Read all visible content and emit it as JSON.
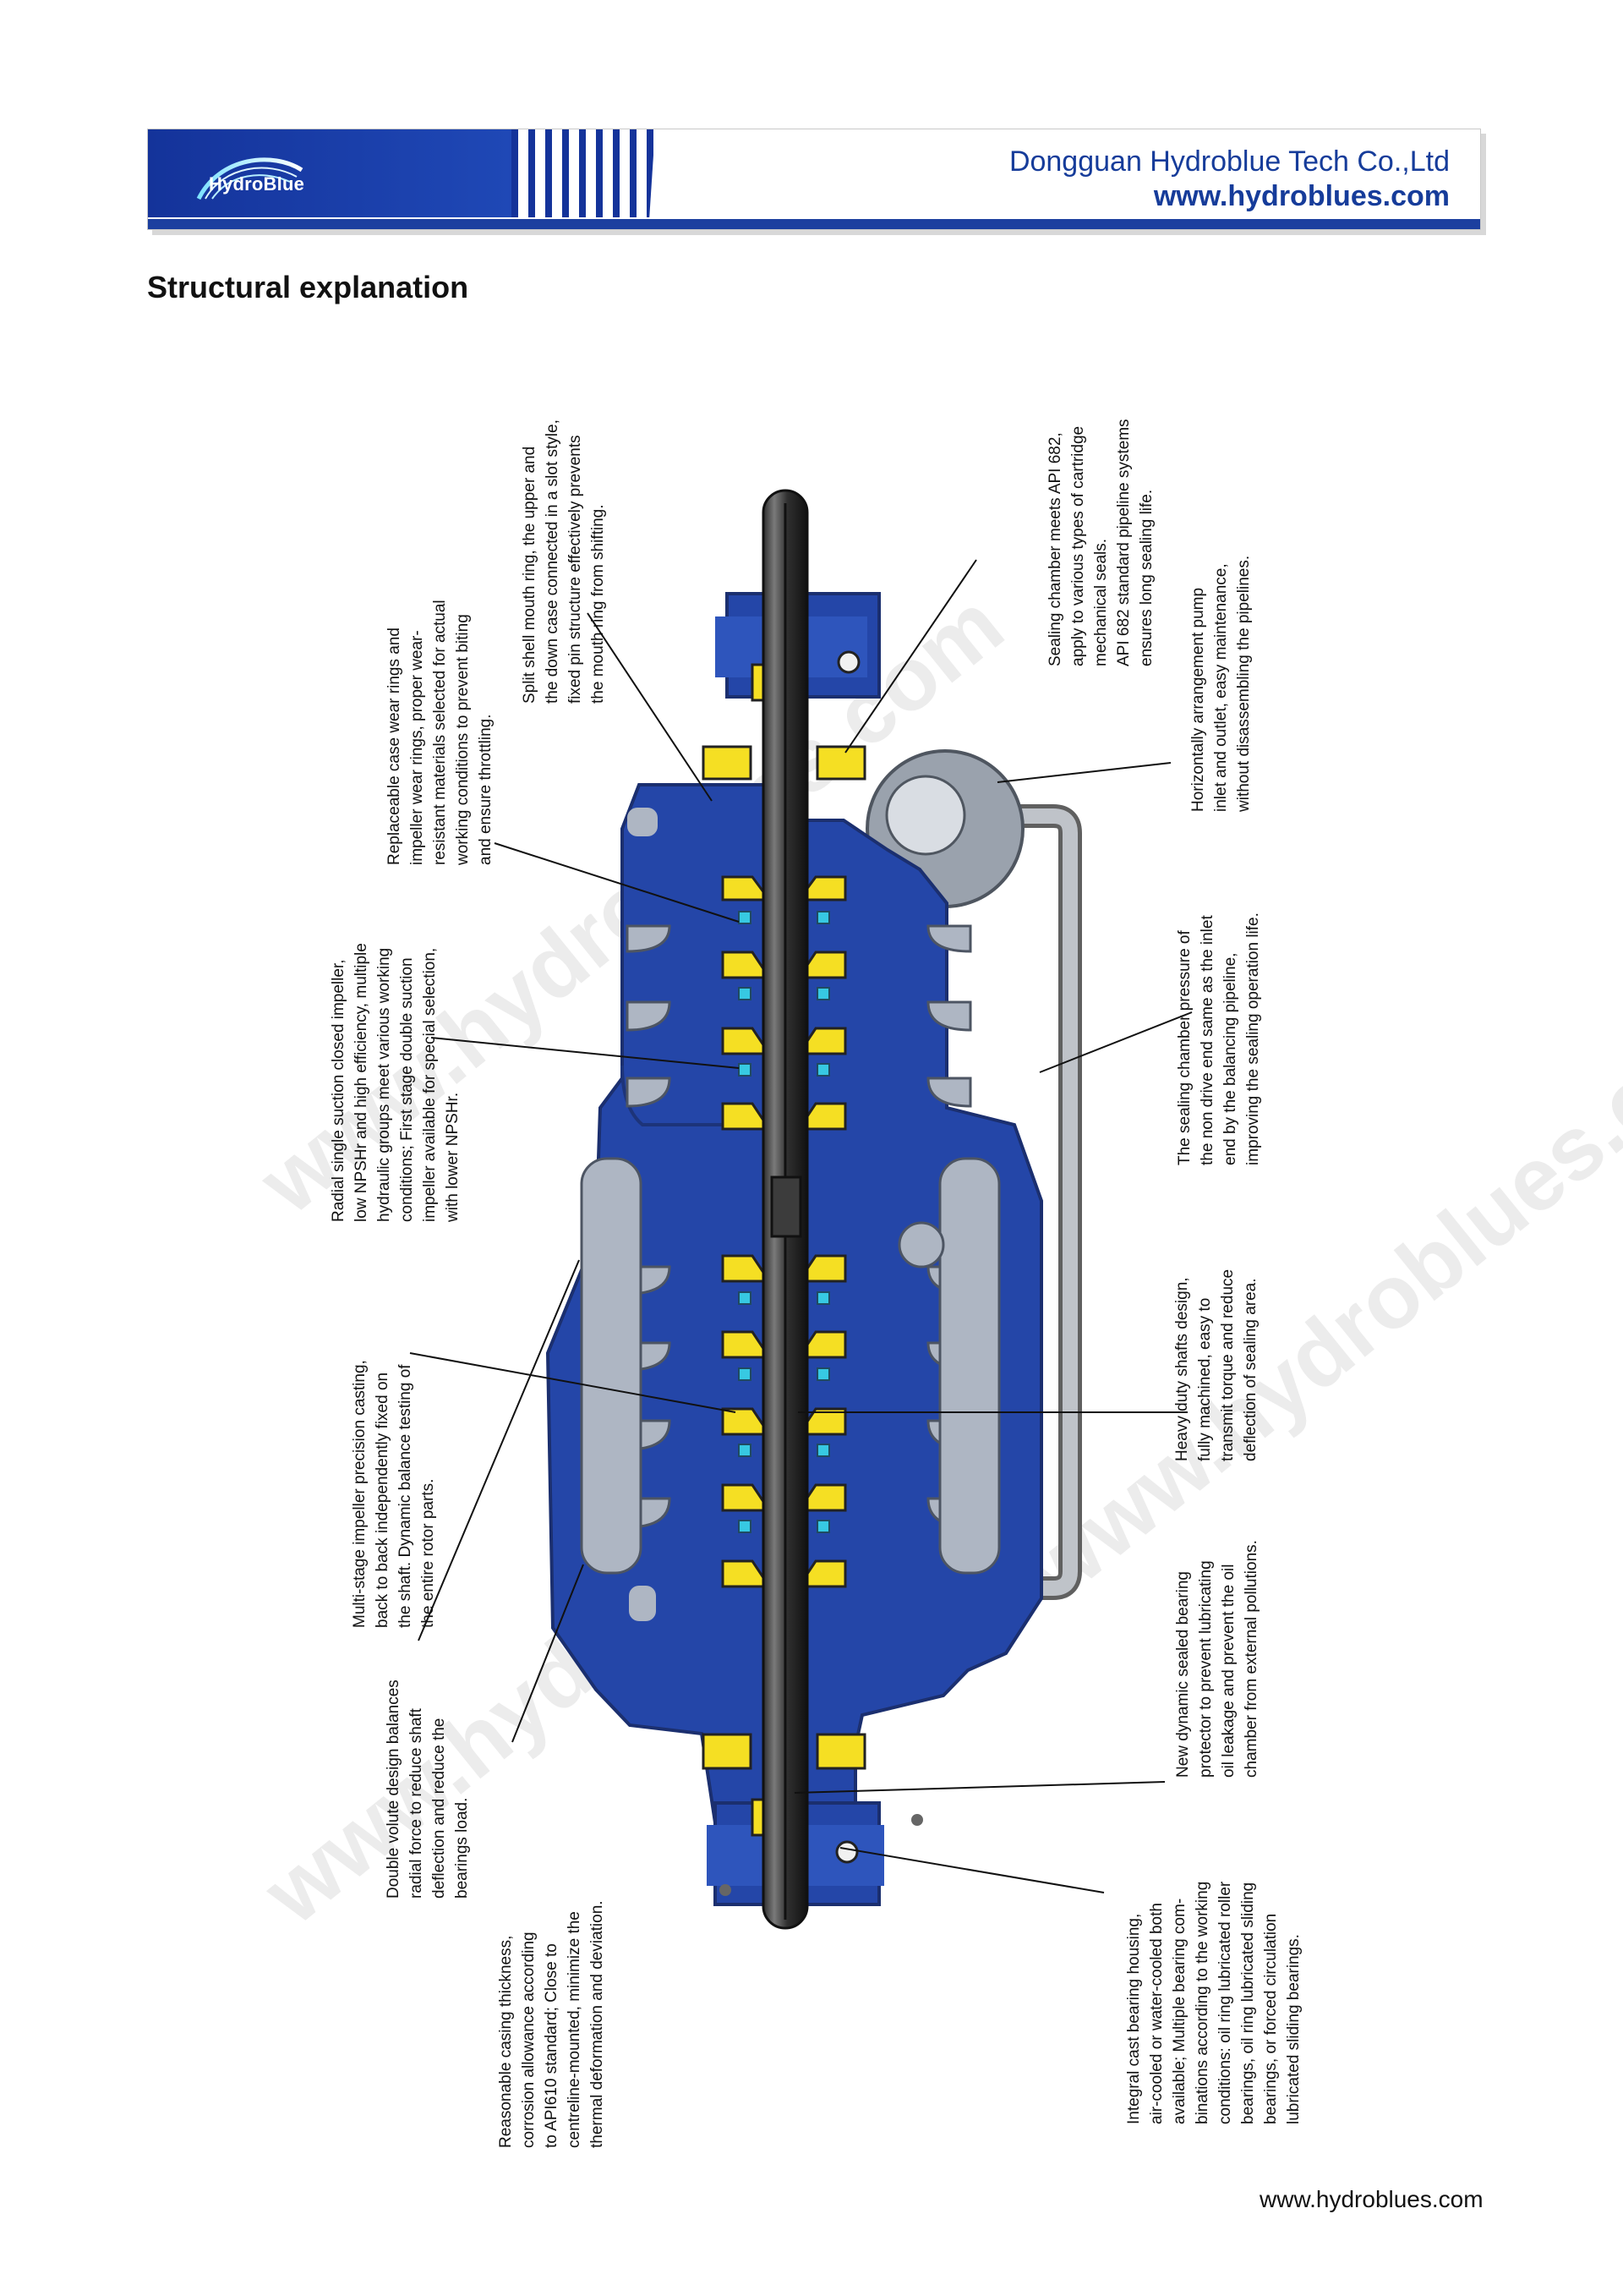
{
  "header": {
    "logo_text": "HydroBlue",
    "company_name": "Dongguan Hydroblue Tech Co.,Ltd",
    "website": "www.hydroblues.com"
  },
  "section_title": "Structural explanation",
  "callouts": [
    {
      "lines": [
        "Split shell mouth ring, the upper and",
        "the down case connected in a slot style,",
        "fixed pin structure effectively prevents",
        "the mouth ring from shifting."
      ]
    },
    {
      "lines": [
        "Replaceable case wear rings and",
        "impeller wear rings, proper wear-",
        "resistant materials selected for actual",
        "working conditions to prevent biting",
        "and ensure throttling."
      ]
    },
    {
      "lines": [
        "Radial single suction closed impeller,",
        "low NPSHr and high efficiency, multiple",
        "hydraulic groups meet various working",
        "conditions; First stage double suction",
        "impeller available for special selection,",
        "with lower NPSHr."
      ]
    },
    {
      "lines": [
        "Multi-stage impeller precision casting,",
        "back to back independently fixed on",
        "the shaft. Dynamic balance testing of",
        "the entire rotor parts."
      ]
    },
    {
      "lines": [
        "Double volute design balances",
        "radial force to reduce shaft",
        "deflection and reduce the",
        "bearings load."
      ]
    },
    {
      "lines": [
        "Reasonable casing thickness,",
        "corrosion allowance according",
        "to API610 standard; Close to",
        "centreline-mounted,  minimize the",
        "thermal deformation and deviation."
      ]
    },
    {
      "lines": [
        "Sealing chamber meets API 682,",
        "apply to various types of cartridge",
        "mechanical seals.",
        "API 682 standard pipeline systems",
        "ensures long sealing life."
      ]
    },
    {
      "lines": [
        "Horizontally arrangement pump",
        "inlet and outlet, easy maintenance,",
        "without disassembling the pipelines."
      ]
    },
    {
      "lines": [
        "The sealing chamber pressure of",
        "the non drive end same as the inlet",
        "end by the balancing pipeline,",
        "improving the sealing operation life."
      ]
    },
    {
      "lines": [
        "Heavy duty shafts design,",
        "fully machined, easy to",
        "transmit torque and reduce",
        "deflection of sealing area."
      ]
    },
    {
      "lines": [
        "New dynamic sealed bearing",
        "protector to prevent lubricating",
        "oil leakage and prevent the oil",
        "chamber from external pollutions."
      ]
    },
    {
      "lines": [
        "Integral cast bearing housing,",
        "air-cooled or water-cooled both",
        "available; Multiple bearing com-",
        "binations according to the working",
        "conditions: oil ring lubricated roller",
        "bearings, oil ring lubricated sliding",
        "bearings, or forced circulation",
        "lubricated sliding bearings."
      ]
    }
  ],
  "watermarks": [
    "www.hydroblues.com",
    "www.hydroblues.com",
    "www.hydroblues.com"
  ],
  "footer_url": "www.hydroblues.com",
  "colors": {
    "blue": "#2146a8",
    "yellow": "#f5df23",
    "shaft": "#5a5a5a",
    "gray": "#aeb6c3",
    "cyan": "#37c9e2"
  },
  "icons": {
    "logo": "hydroblue-arc-logo"
  }
}
